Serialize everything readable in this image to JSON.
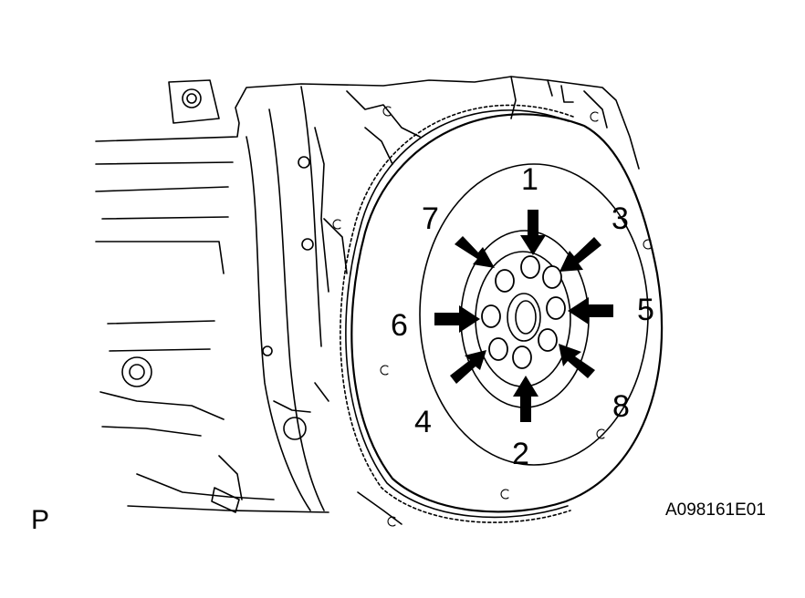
{
  "diagram": {
    "view_code": "P",
    "figure_id": "A098161E01",
    "sequence_labels": [
      "1",
      "2",
      "3",
      "4",
      "5",
      "6",
      "7",
      "8"
    ],
    "bolt_count": 8
  }
}
